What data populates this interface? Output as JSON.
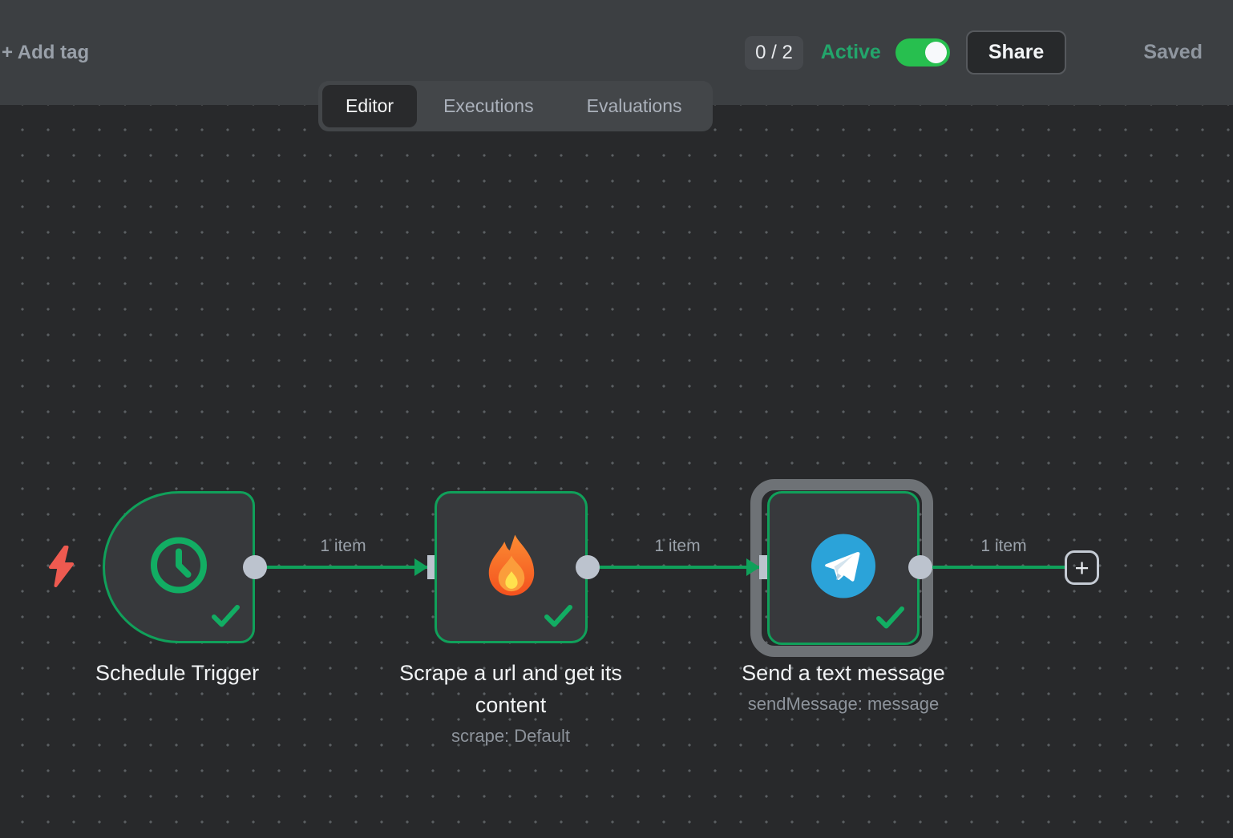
{
  "topbar": {
    "add_tag": "+ Add tag",
    "counter": "0 / 2",
    "active_label": "Active",
    "toggle_state": "on",
    "share_label": "Share",
    "saved_label": "Saved"
  },
  "tabs": [
    {
      "label": "Editor",
      "active": true
    },
    {
      "label": "Executions",
      "active": false
    },
    {
      "label": "Evaluations",
      "active": false
    }
  ],
  "workflow": {
    "nodes": [
      {
        "title": "Schedule Trigger",
        "icon": "clock-icon",
        "type": "trigger",
        "status": "success"
      },
      {
        "title": "Scrape a url and get its content",
        "subtitle": "scrape: Default",
        "icon": "fire-icon",
        "status": "success"
      },
      {
        "title": "Send a text message",
        "subtitle": "sendMessage: message",
        "icon": "telegram-icon",
        "status": "success",
        "selected": true
      }
    ],
    "connections": [
      {
        "label": "1 item"
      },
      {
        "label": "1 item"
      },
      {
        "label": "1 item"
      }
    ],
    "add_node_label": "+"
  },
  "colors": {
    "accent_green": "#10a05a",
    "toggle_green": "#27bf4f",
    "active_text_green": "#23a56b",
    "trigger_bolt_red": "#ee5a50",
    "telegram_blue": "#2ba3d9",
    "connector_gray": "#bcc3ce",
    "selection_halo": "#6e7276"
  }
}
